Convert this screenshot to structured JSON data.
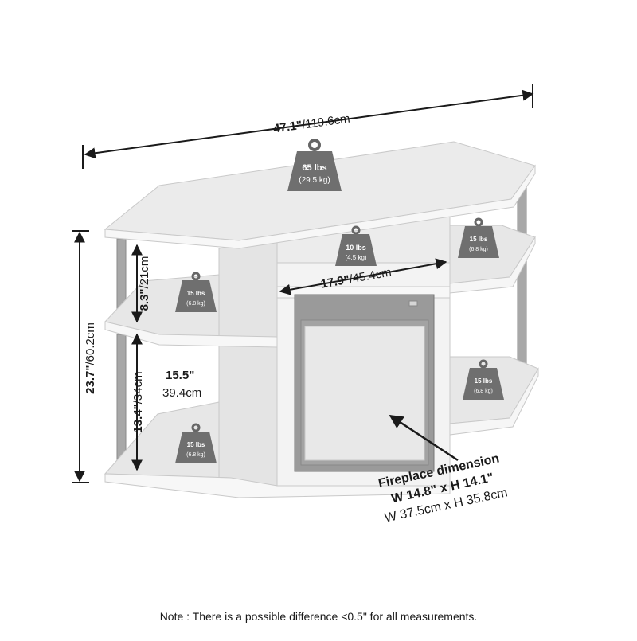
{
  "dimensions": {
    "width": {
      "value": "47.1\"",
      "metric": "/119.6cm"
    },
    "height": {
      "value": "23.7\"",
      "metric": "/60.2cm"
    },
    "upper_shelf_gap": {
      "value": "8.3\"",
      "metric": "/21cm"
    },
    "lower_shelf_gap": {
      "value": "13.4\"",
      "metric": "/34cm"
    },
    "shelf_depth": {
      "value": "15.5\"",
      "metric": "39.4cm"
    },
    "compartment_width": {
      "value": "17.9\"",
      "metric": "/45.4cm"
    }
  },
  "weights": {
    "top": {
      "lbs": "65 lbs",
      "kg": "(29.5 kg)"
    },
    "center": {
      "lbs": "10 lbs",
      "kg": "(4.5 kg)"
    },
    "left_middle": {
      "lbs": "15 lbs",
      "kg": "(6.8 kg)"
    },
    "left_bottom": {
      "lbs": "15 lbs",
      "kg": "(6.8 kg)"
    },
    "right_top": {
      "lbs": "15 lbs",
      "kg": "(6.8 kg)"
    },
    "right_bottom": {
      "lbs": "15 lbs",
      "kg": "(6.8 kg)"
    }
  },
  "fireplace": {
    "title": "Fireplace dimension",
    "imperial": "W 14.8\" x H 14.1\"",
    "metric": "W 37.5cm x H 35.8cm"
  },
  "note": "Note : There is a possible difference <0.5\" for all measurements."
}
